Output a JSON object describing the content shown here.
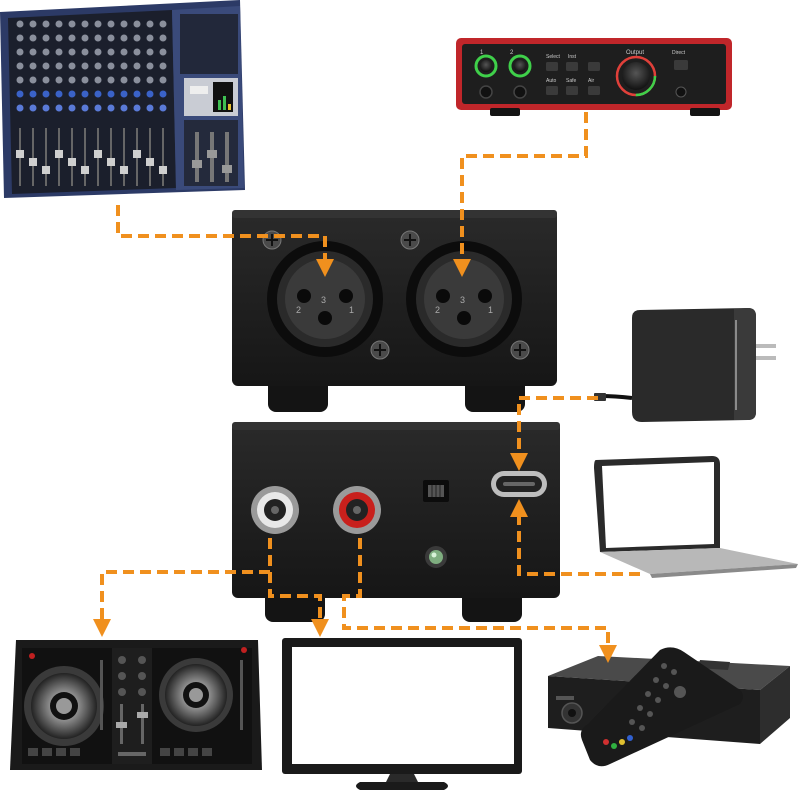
{
  "interface_labels": {
    "input_1": "1",
    "input_2": "2",
    "select": "Select",
    "inst": "Inst",
    "auto": "Auto",
    "safe": "Safe",
    "air": "Air",
    "output": "Output",
    "direct": "Direct"
  },
  "xlr_pins": {
    "left": [
      "2",
      "3",
      "1"
    ],
    "right": [
      "2",
      "3",
      "1"
    ]
  },
  "colors": {
    "connection_line": "#f0901e",
    "device_body": "#1e1e1e",
    "interface_red": "#c0262a",
    "mixer_blue": "#2c3a66",
    "rca_red": "#c8201c",
    "rca_white": "#e8e8e8"
  },
  "devices": [
    "mixer-icon",
    "audio-interface-icon",
    "xlr-input-box-icon",
    "usb-power-adapter-icon",
    "rca-output-box-icon",
    "laptop-icon",
    "dj-controller-icon",
    "monitor-icon",
    "set-top-box-icon",
    "remote-control-icon"
  ]
}
